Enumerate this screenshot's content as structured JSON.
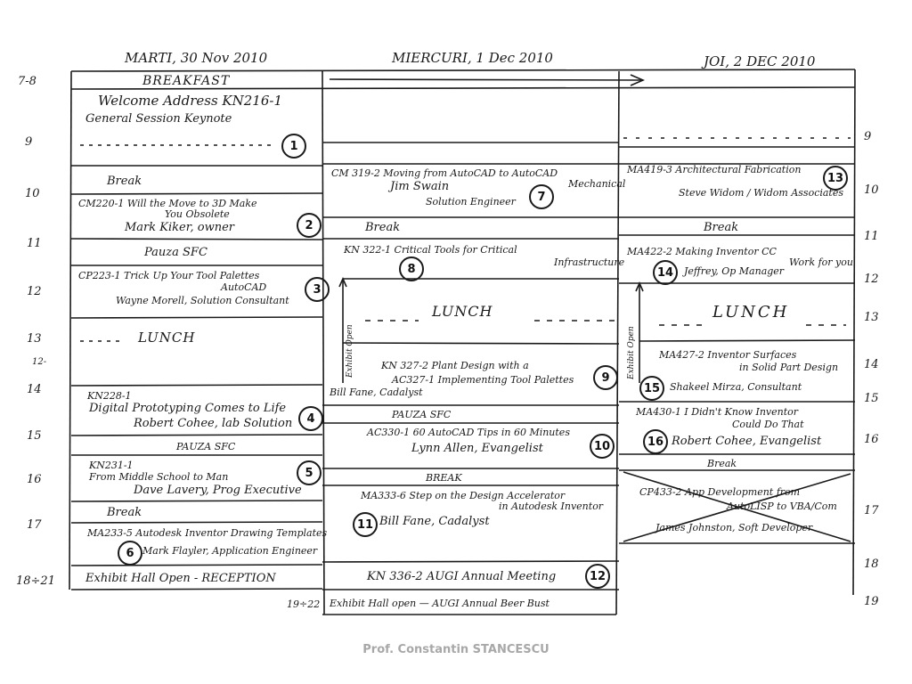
{
  "days": [
    "MARTI, 30 Nov 2010",
    "MIERCURI, 1 Dec 2010",
    "JOI, 2 DEC 2010"
  ],
  "times_left": [
    "7-8",
    "9",
    "10",
    "11",
    "12",
    "13",
    "14",
    "15",
    "16",
    "17",
    "18÷21"
  ],
  "times_left_extra": "12-",
  "times_right": [
    "9",
    "10",
    "11",
    "12",
    "13",
    "14",
    "15",
    "16",
    "17",
    "18",
    "19"
  ],
  "tuesday": {
    "breakfast": "BREAKFAST",
    "s1_line1": "Welcome Address KN216-1",
    "s1_line2": "General Session Keynote",
    "break1": "Break",
    "s2_line1": "CM220-1 Will the Move to 3D Make",
    "s2_line2": "You Obsolete",
    "s2_line3": "Mark Kiker, owner",
    "pauza1": "Pauza SFC",
    "s3_line1": "CP223-1 Trick Up Your Tool Palettes",
    "s3_line2": "AutoCAD",
    "s3_line3": "Wayne Morell, Solution Consultant",
    "lunch": "LUNCH",
    "s4_line1": "KN228-1",
    "s4_line2": "Digital Prototyping Comes to Life",
    "s4_line3": "Robert Cohee, lab Solution",
    "pauza2": "PAUZA SFC",
    "s5_line1": "KN231-1",
    "s5_line2": "From Middle School to Man",
    "s5_line3": "Dave Lavery, Prog Executive",
    "break2": "Break",
    "s6_line1": "MA233-5 Autodesk Inventor Drawing Templates",
    "s6_line2": "Mark Flayler, Application Engineer",
    "exhibit": "Exhibit Hall Open - RECEPTION"
  },
  "wednesday": {
    "s7_line1": "CM 319-2 Moving from AutoCAD to AutoCAD",
    "s7_line2": "Mechanical",
    "s7_line3": "Jim Swain",
    "s7_line4": "Solution Engineer",
    "break1": "Break",
    "s8_line1": "KN 322-1 Critical Tools for Critical",
    "s8_line2": "Infrastructure",
    "lunch": "LUNCH",
    "exhibit_vertical": "Exhibit Open",
    "s9_line1": "KN 327-2 Plant Design with a",
    "s9_line2": "AC327-1 Implementing Tool Palettes",
    "s9_line3": "Bill Fane, Cadalyst",
    "pauza": "PAUZA SFC",
    "s10_line1": "AC330-1 60 AutoCAD Tips in 60 Minutes",
    "s10_line2": "Lynn Allen, Evangelist",
    "break2": "BREAK",
    "s11_line1": "MA333-6 Step on the Design Accelerator",
    "s11_line2": "in Autodesk Inventor",
    "s11_line3": "Bill Fane, Cadalyst",
    "s12_line1": "KN 336-2 AUGI Annual Meeting",
    "bottom_time": "19÷22",
    "bottom": "Exhibit Hall open — AUGI Annual Beer Bust"
  },
  "thursday": {
    "s13_line1": "MA419-3 Architectural Fabrication",
    "s13_line2": "Steve Widom / Widom Associates",
    "break1": "Break",
    "s14_line1": "MA422-2 Making Inventor CC",
    "s14_line2": "Work for you",
    "s14_line3": "Jeffrey, Op Manager",
    "lunch": "LUNCH",
    "exhibit_vertical": "Exhibit Open",
    "s15_line1": "MA427-2 Inventor Surfaces",
    "s15_line2": "in Solid Part Design",
    "s15_line3": "Shakeel Mirza, Consultant",
    "s16_line1": "MA430-1 I Didn't Know Inventor",
    "s16_line2": "Could Do That",
    "s16_line3": "Robert Cohee, Evangelist",
    "break2": "Break",
    "s17_line1": "CP433-2 App Development from",
    "s17_line2": "AutoLISP to VBA/Com",
    "s17_line3": "James Johnston, Soft Developer"
  },
  "numbers": [
    "1",
    "2",
    "3",
    "4",
    "5",
    "6",
    "7",
    "8",
    "9",
    "10",
    "11",
    "12",
    "13",
    "14",
    "15",
    "16"
  ],
  "footer": "Prof. Constantin STANCESCU"
}
